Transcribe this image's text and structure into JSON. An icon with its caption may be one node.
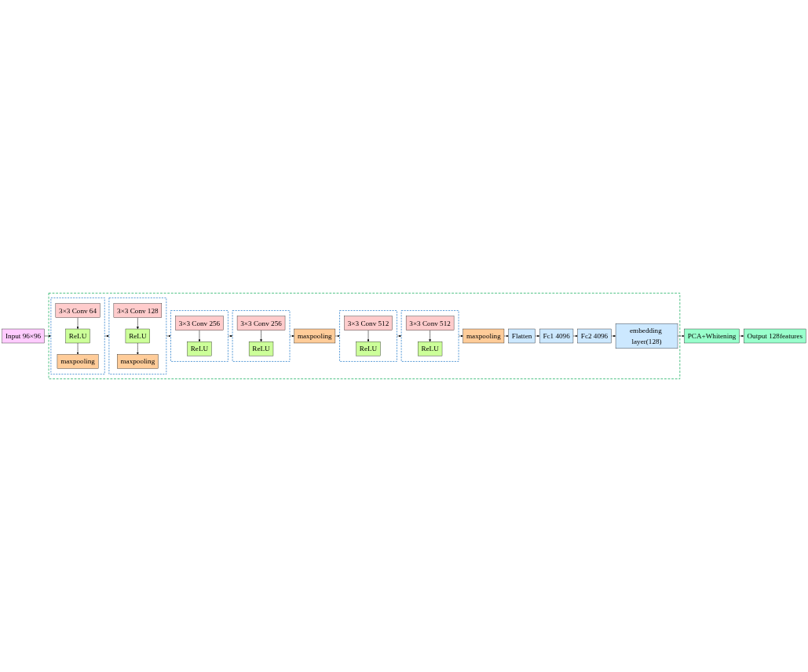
{
  "diagram": {
    "nodes": [
      {
        "text": [
          "Input 96×96"
        ]
      },
      {
        "text": [],
        "shape": "box"
      },
      {
        "text": [],
        "shape": "box",
        "in": 1
      },
      {
        "text": [
          "3×3 Conv 64"
        ],
        "in": 2
      },
      {
        "text": [
          "ReLU"
        ],
        "in": 2
      },
      {
        "text": [
          "maxpooling"
        ],
        "in": 2
      },
      {
        "text": [],
        "shape": "box",
        "in": 1
      },
      {
        "text": [
          "3×3 Conv 128"
        ],
        "in": 6
      },
      {
        "text": [
          "ReLU"
        ],
        "in": 6
      },
      {
        "text": [
          "maxpooling"
        ],
        "in": 6
      },
      {
        "text": [],
        "shape": "box",
        "in": 1
      },
      {
        "text": [
          "3×3 Conv 256"
        ],
        "in": 10
      },
      {
        "text": [
          "ReLU"
        ],
        "in": 10
      },
      {
        "text": [],
        "shape": "box",
        "in": 1
      },
      {
        "text": [
          "3×3 Conv 256"
        ],
        "in": 13
      },
      {
        "text": [
          "ReLU"
        ],
        "in": 13
      },
      {
        "text": [
          "maxpooling"
        ],
        "in": 1
      },
      {
        "text": [],
        "shape": "box",
        "in": 1
      },
      {
        "text": [
          "3×3 Conv 512"
        ],
        "in": 17
      },
      {
        "text": [
          "ReLU"
        ],
        "in": 17
      },
      {
        "text": [],
        "shape": "box",
        "in": 1
      },
      {
        "text": [
          "3×3 Conv 512"
        ],
        "in": 20
      },
      {
        "text": [
          "ReLU"
        ],
        "in": 20
      },
      {
        "text": [
          "maxpooling"
        ],
        "in": 1
      },
      {
        "text": [
          "Flatten"
        ],
        "in": 1
      },
      {
        "text": [
          "Fc1 4096"
        ],
        "in": 1
      },
      {
        "text": [
          "Fc2 4096"
        ],
        "in": 1
      },
      {
        "text": [
          "embedding layer(128)"
        ],
        "in": 1
      },
      {
        "text": [
          "PCA+Whitening"
        ]
      },
      {
        "text": [
          "Output 128features"
        ]
      }
    ],
    "edges": [
      {
        "from": 0,
        "to": 2,
        "arrow": "to"
      },
      {
        "from": 3,
        "to": 4,
        "arrow": "to"
      },
      {
        "from": 4,
        "to": 5,
        "arrow": "to"
      },
      {
        "from": 2,
        "to": 6,
        "arrow": "to"
      },
      {
        "from": 7,
        "to": 8,
        "arrow": "to"
      },
      {
        "from": 8,
        "to": 9,
        "arrow": "to"
      },
      {
        "from": 6,
        "to": 10,
        "arrow": "to"
      },
      {
        "from": 11,
        "to": 12,
        "arrow": "to"
      },
      {
        "from": 10,
        "to": 13,
        "arrow": "to"
      },
      {
        "from": 14,
        "to": 15,
        "arrow": "to"
      },
      {
        "from": 13,
        "to": 16,
        "arrow": "to"
      },
      {
        "from": 16,
        "to": 17,
        "arrow": "to"
      },
      {
        "from": 18,
        "to": 19,
        "arrow": "to"
      },
      {
        "from": 17,
        "to": 20,
        "arrow": "to"
      },
      {
        "from": 21,
        "to": 22,
        "arrow": "to"
      },
      {
        "from": 20,
        "to": 23,
        "arrow": "to"
      },
      {
        "from": 23,
        "to": 24,
        "arrow": "to"
      },
      {
        "from": 24,
        "to": 25,
        "arrow": "to"
      },
      {
        "from": 25,
        "to": 26,
        "arrow": "to"
      },
      {
        "from": 26,
        "to": 27,
        "arrow": "to"
      },
      {
        "from": 27,
        "to": 28,
        "arrow": "to"
      },
      {
        "from": 28,
        "to": 29,
        "arrow": "to"
      }
    ]
  }
}
